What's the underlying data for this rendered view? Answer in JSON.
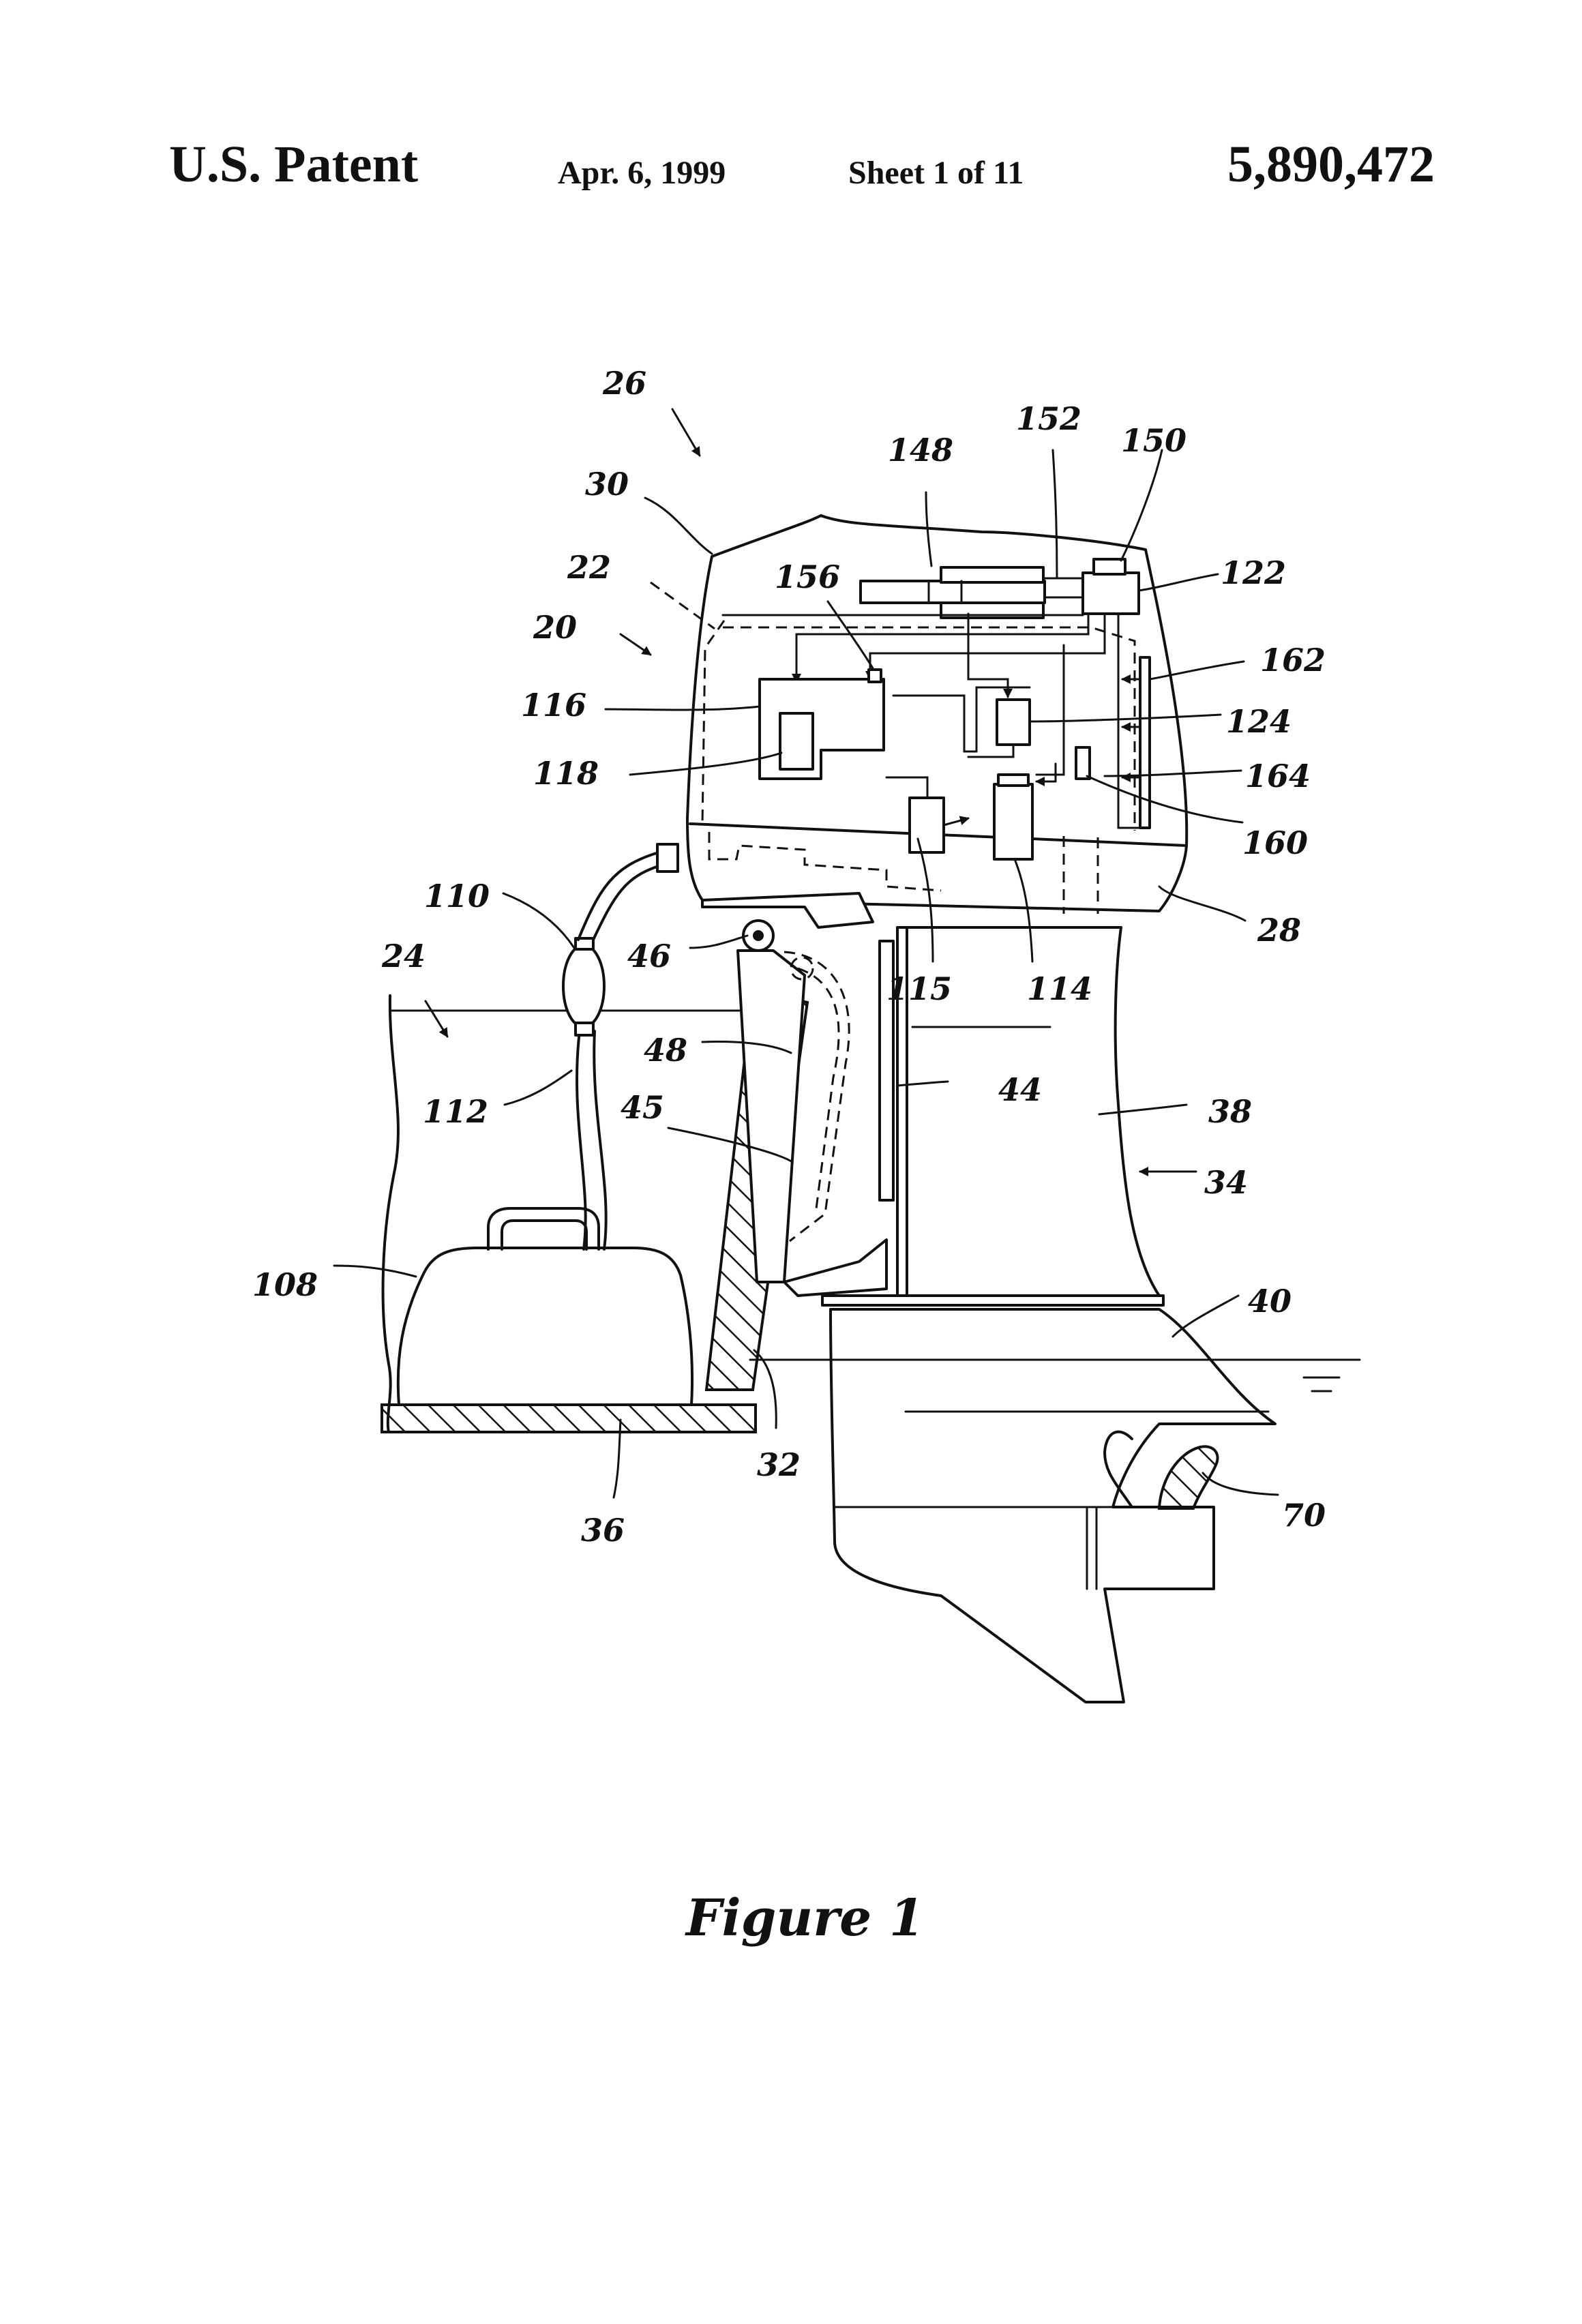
{
  "header": {
    "title": "U.S. Patent",
    "date": "Apr. 6, 1999",
    "sheet": "Sheet 1 of 11",
    "patent_number": "5,890,472"
  },
  "figure": {
    "caption": "Figure 1",
    "refs": {
      "r20": "20",
      "r22": "22",
      "r24": "24",
      "r26": "26",
      "r28": "28",
      "r30": "30",
      "r32": "32",
      "r34": "34",
      "r36": "36",
      "r38": "38",
      "r40": "40",
      "r44": "44",
      "r45": "45",
      "r46": "46",
      "r48": "48",
      "r70": "70",
      "r108": "108",
      "r110": "110",
      "r112": "112",
      "r114": "114",
      "r115": "115",
      "r116": "116",
      "r118": "118",
      "r122": "122",
      "r124": "124",
      "r148": "148",
      "r150": "150",
      "r152": "152",
      "r156": "156",
      "r160": "160",
      "r162": "162",
      "r164": "164"
    }
  }
}
